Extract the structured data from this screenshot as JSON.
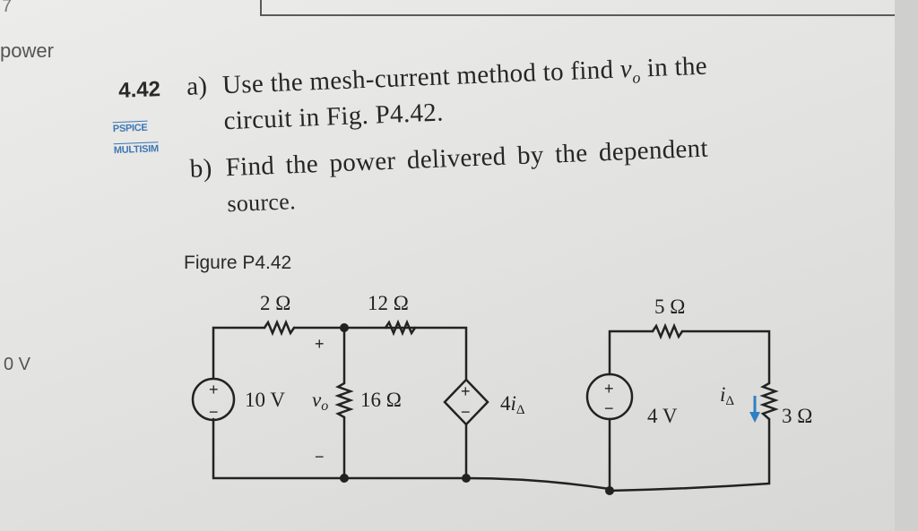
{
  "margin": {
    "top_fragment": "7",
    "power_fragment": "power",
    "ov_fragment": "0 V"
  },
  "problem": {
    "number": "4.42",
    "part_a_letter": "a)",
    "part_a_line1_prefix": "Use the mesh-current method to find ",
    "part_a_var": "v",
    "part_a_var_sub": "o",
    "part_a_line1_suffix": " in the",
    "part_a_line2": "circuit in Fig. P4.42.",
    "part_b_letter": "b)",
    "part_b_line1": "Find the power delivered by the dependent",
    "part_b_line2": "source.",
    "software_pspice": "PSPICE",
    "software_multisim": "MULTISIM"
  },
  "figure": {
    "title": "Figure P4.42",
    "r1": "2 Ω",
    "r2": "12 Ω",
    "r3": "5 Ω",
    "r_mid": "16 Ω",
    "r_right": "3 Ω",
    "vs1": "10 V",
    "vs2": "4 V",
    "vo_var": "v",
    "vo_sub": "o",
    "dep_coef": "4",
    "dep_var": "i",
    "dep_sub": "Δ",
    "ia_var": "i",
    "ia_sub": "Δ",
    "plus": "+",
    "minus": "−",
    "arrow_color": "#2f7fc4"
  }
}
